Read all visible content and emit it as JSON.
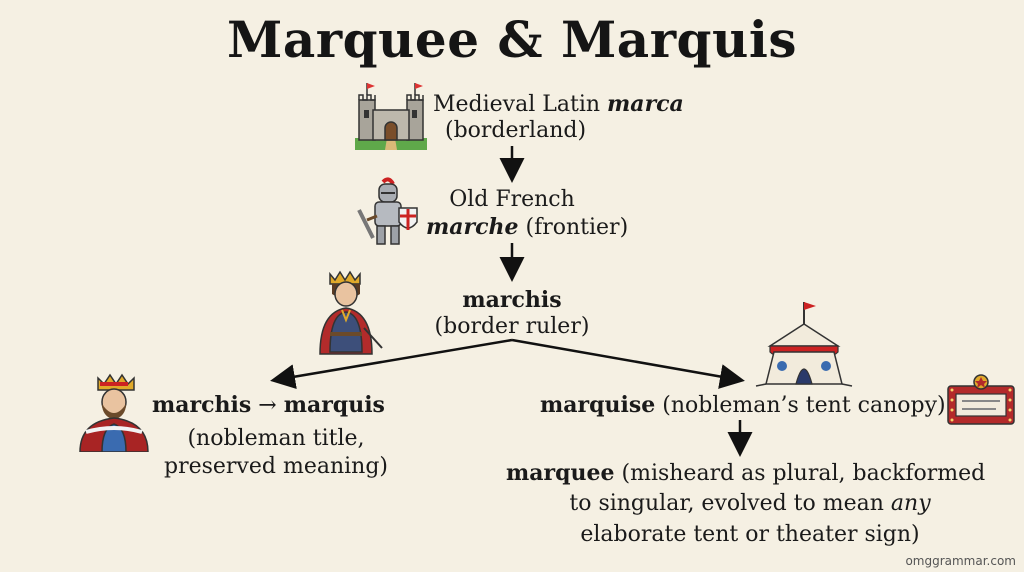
{
  "title": "Marquee & Marquis",
  "nodes": {
    "latin": {
      "line1_pre": "Medieval Latin ",
      "line1_term": "marca",
      "line2": "(borderland)"
    },
    "french": {
      "line1": "Old French",
      "line2_term": "marche",
      "line2_post": " (frontier)"
    },
    "marchis": {
      "term": "marchis",
      "gloss": "(border ruler)"
    },
    "marquis": {
      "from": "marchis",
      "arrow": " → ",
      "to": "marquis",
      "line2": "(nobleman title,",
      "line3": "preserved meaning)"
    },
    "marquise": {
      "term": "marquise",
      "gloss": " (nobleman’s tent canopy)"
    },
    "marquee": {
      "term": "marquee",
      "line1_post": " (misheard as plural, backformed",
      "line2_pre": "to singular, evolved to mean ",
      "line2_italic": "any",
      "line3": "elaborate tent or theater sign)"
    }
  },
  "icons": [
    "castle-icon",
    "knight-icon",
    "ruler-icon",
    "king-icon",
    "tent-icon",
    "theater-sign-icon"
  ],
  "watermark": "omggrammar.com"
}
